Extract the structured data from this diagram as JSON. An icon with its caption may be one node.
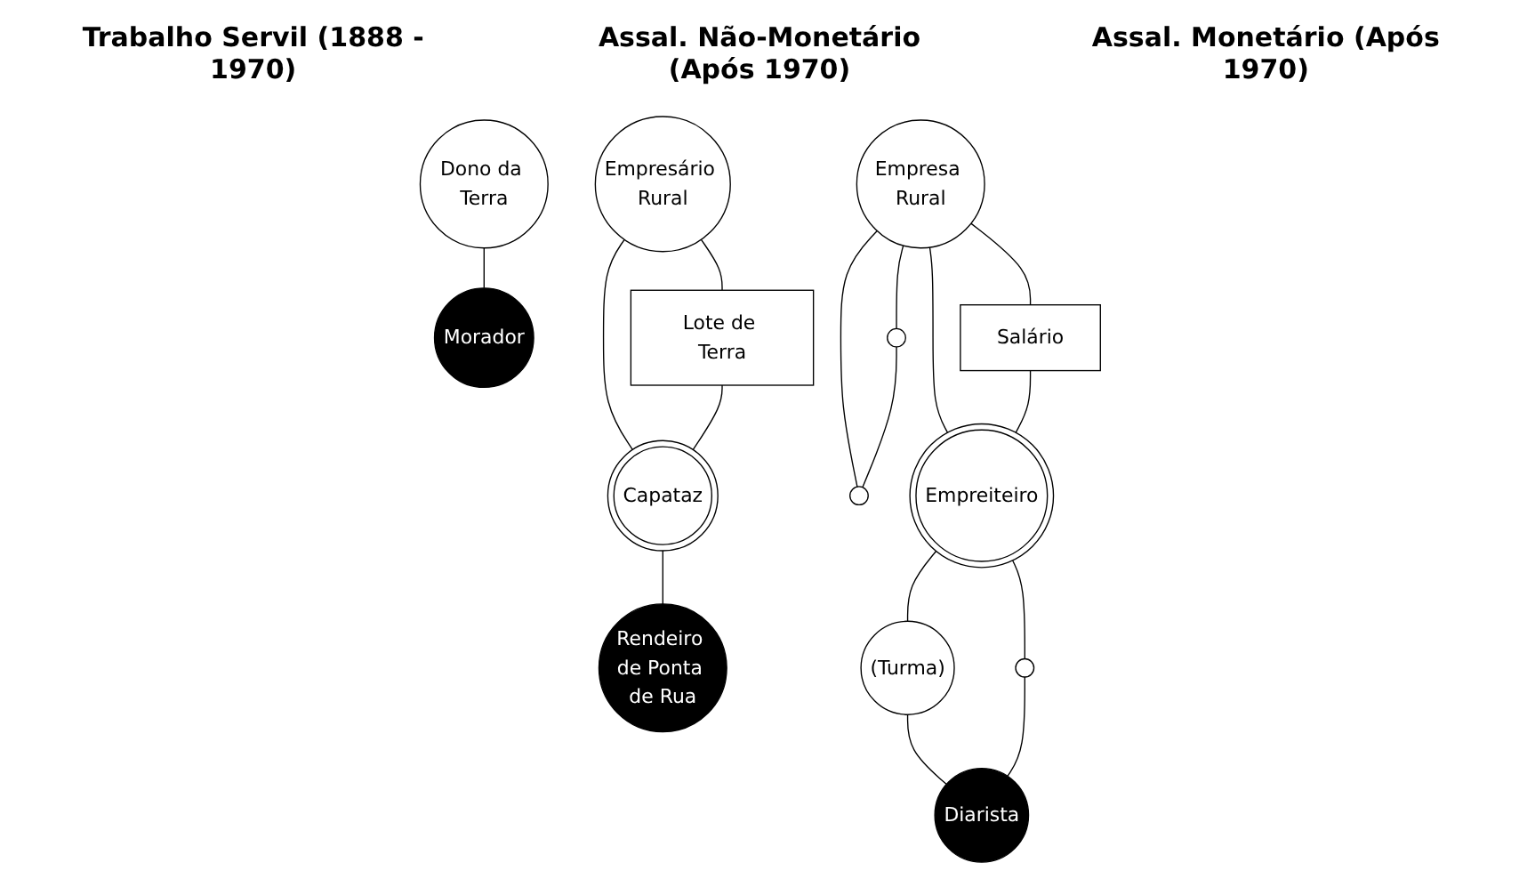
{
  "diagram": {
    "nodes": [
      {
        "text": [
          "Dono da Terra"
        ]
      },
      {
        "text": [
          "Morador"
        ]
      },
      {
        "text": [
          "Empresário Rural"
        ]
      },
      {
        "text": [
          "Lote de Terra"
        ]
      },
      {
        "text": [
          "Capataz"
        ]
      },
      {
        "text": [
          "Rendeiro de Ponta de Rua"
        ]
      },
      {
        "text": [
          "Empresa Rural"
        ]
      },
      {
        "text": [],
        "shape": "circle"
      },
      {
        "text": [],
        "shape": "circle"
      },
      {
        "text": [
          "Salário"
        ]
      },
      {
        "text": [
          "Empreiteiro"
        ]
      },
      {
        "text": [
          "(Turma)"
        ]
      },
      {
        "text": [],
        "shape": "circle"
      },
      {
        "text": [
          "Diarista"
        ]
      }
    ],
    "edges": [
      {
        "from": 0,
        "to": 1,
        "arrow": "none"
      },
      {
        "from": 2,
        "to": 3,
        "arrow": "none"
      },
      {
        "from": 2,
        "to": 4,
        "arrow": "none"
      },
      {
        "from": 3,
        "to": 4,
        "arrow": "none"
      },
      {
        "from": 4,
        "to": 5,
        "arrow": "none"
      },
      {
        "from": 6,
        "to": 7,
        "arrow": "none"
      },
      {
        "from": 6,
        "to": 8,
        "arrow": "none"
      },
      {
        "from": 7,
        "to": 8,
        "arrow": "none"
      },
      {
        "from": 6,
        "to": 9,
        "arrow": "none"
      },
      {
        "from": 6,
        "to": 10,
        "arrow": "none"
      },
      {
        "from": 9,
        "to": 10,
        "arrow": "none"
      },
      {
        "from": 10,
        "to": 11,
        "arrow": "none"
      },
      {
        "from": 10,
        "to": 12,
        "arrow": "none"
      },
      {
        "from": 11,
        "to": 13,
        "arrow": "none"
      },
      {
        "from": 12,
        "to": 13,
        "arrow": "none"
      }
    ],
    "labels": [
      "Trabalho Servil (1888 - 1970)",
      "Assal. Não-Monetário (Após 1970)",
      "Assal. Monetário (Após 1970)"
    ]
  }
}
